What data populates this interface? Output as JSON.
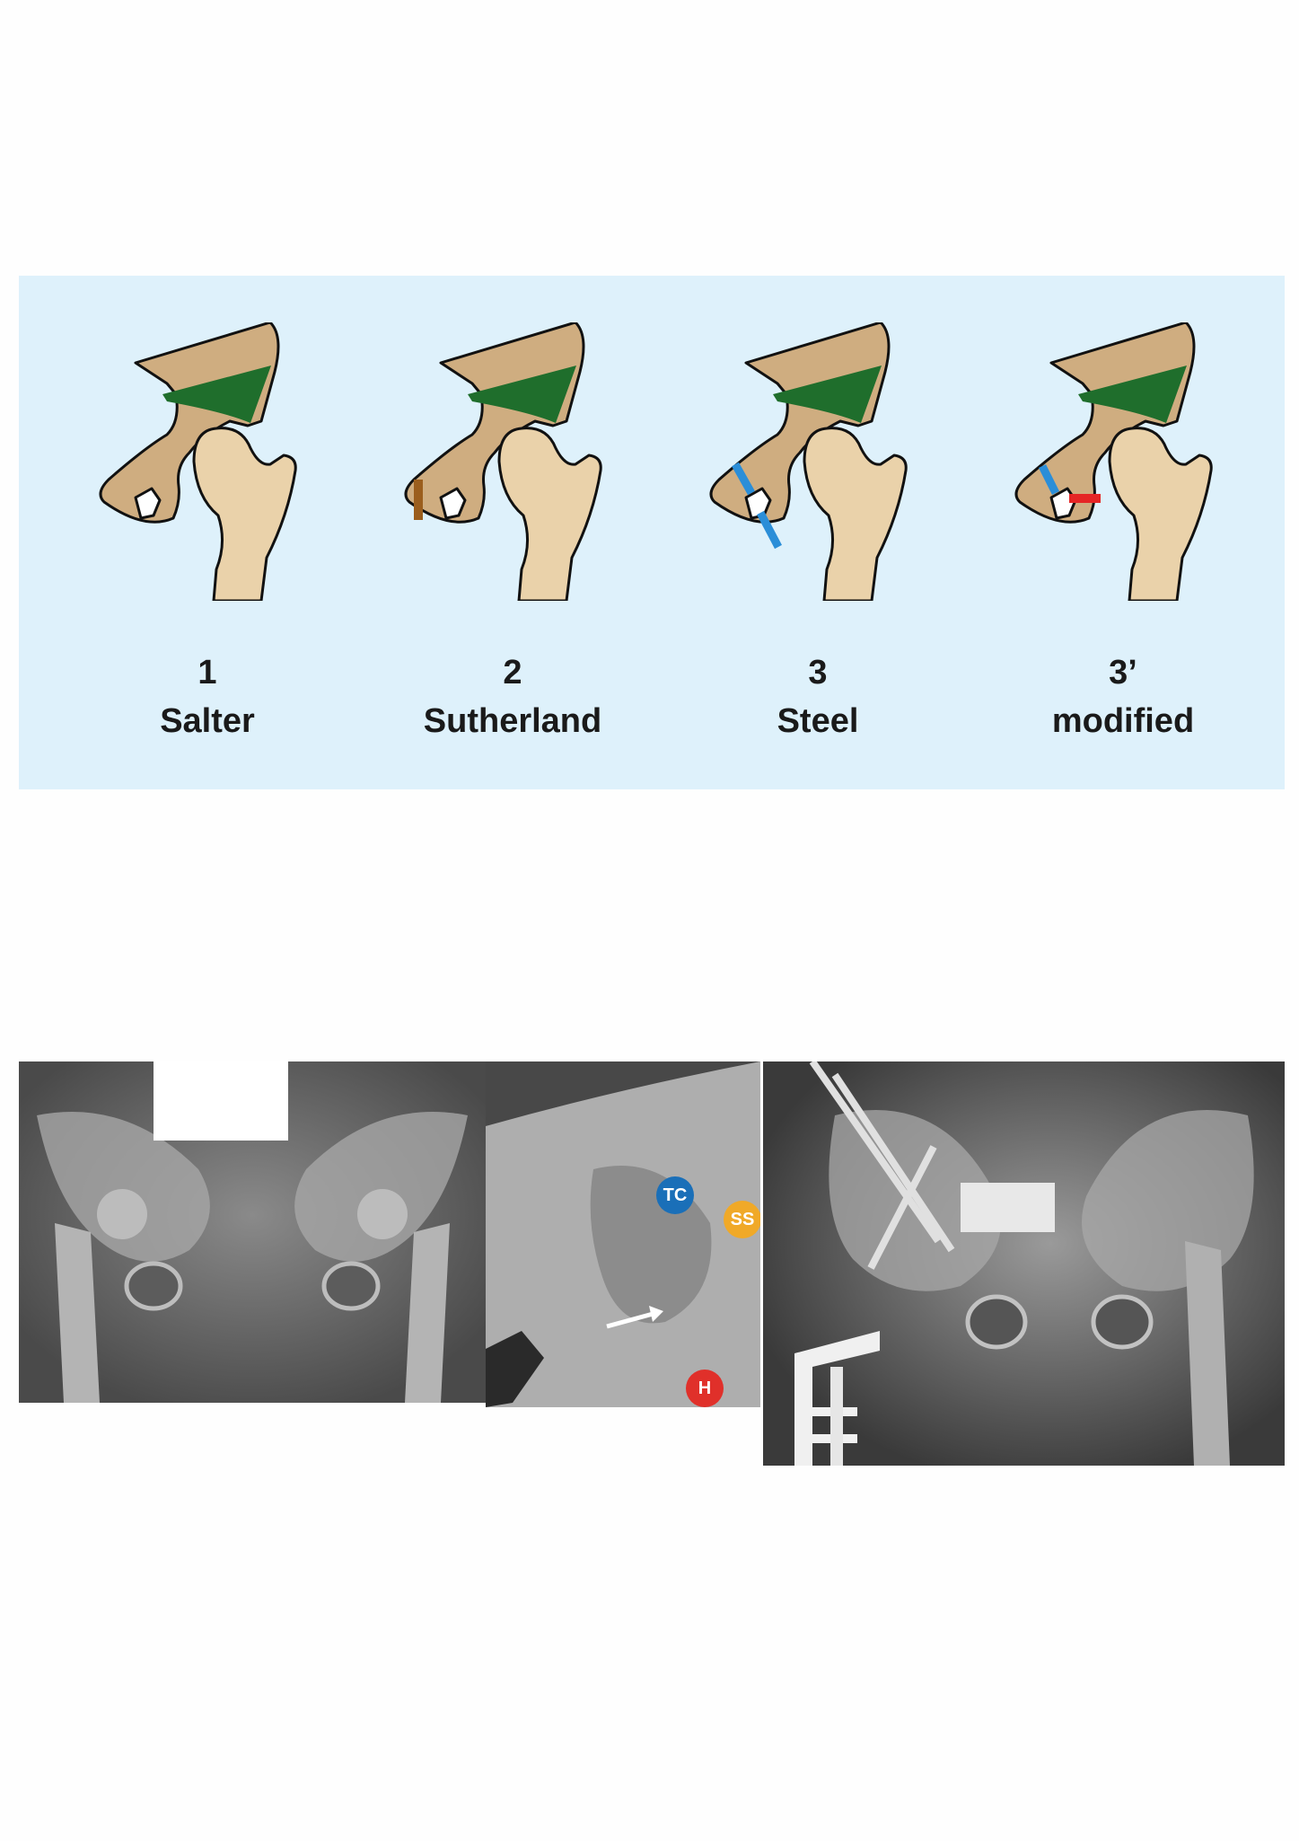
{
  "panels": [
    {
      "number": "1",
      "name": "Salter"
    },
    {
      "number": "2",
      "name": "Sutherland"
    },
    {
      "number": "3",
      "name": "Steel"
    },
    {
      "number": "3’",
      "name": "modified"
    }
  ],
  "xray_labels": {
    "tc": "TC",
    "ss": "SS",
    "h": "H"
  },
  "colors": {
    "panel_bg": "#def1fb",
    "pelvis": "#cfad80",
    "femur": "#ead2aa",
    "graft": "#1f6e2c",
    "sutherland_cut": "#9b5e1d",
    "steel_cut": "#2b8ed8",
    "modified_cut": "#e52525",
    "tc_badge": "#1a6fb8",
    "ss_badge": "#f0a928",
    "h_badge": "#e0302a"
  }
}
